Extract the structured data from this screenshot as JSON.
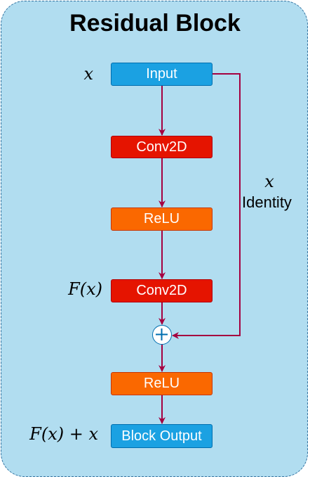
{
  "title": "Residual Block",
  "nodes": {
    "input": "Input",
    "conv2d_1": "Conv2D",
    "relu_1": "ReLU",
    "conv2d_2": "Conv2D",
    "relu_2": "ReLU",
    "block_output": "Block Output"
  },
  "labels": {
    "input_math": "x",
    "conv2d_2_math": "F(x)",
    "output_math": "F(x) + x",
    "identity_math": "x",
    "identity_text": "Identity"
  },
  "colors": {
    "background": "#b1ddf0",
    "border": "#2d6f9e",
    "edge": "#a50040",
    "blue_node": "#1ba1e2",
    "red_node": "#e51400",
    "orange_node": "#fa6800"
  }
}
